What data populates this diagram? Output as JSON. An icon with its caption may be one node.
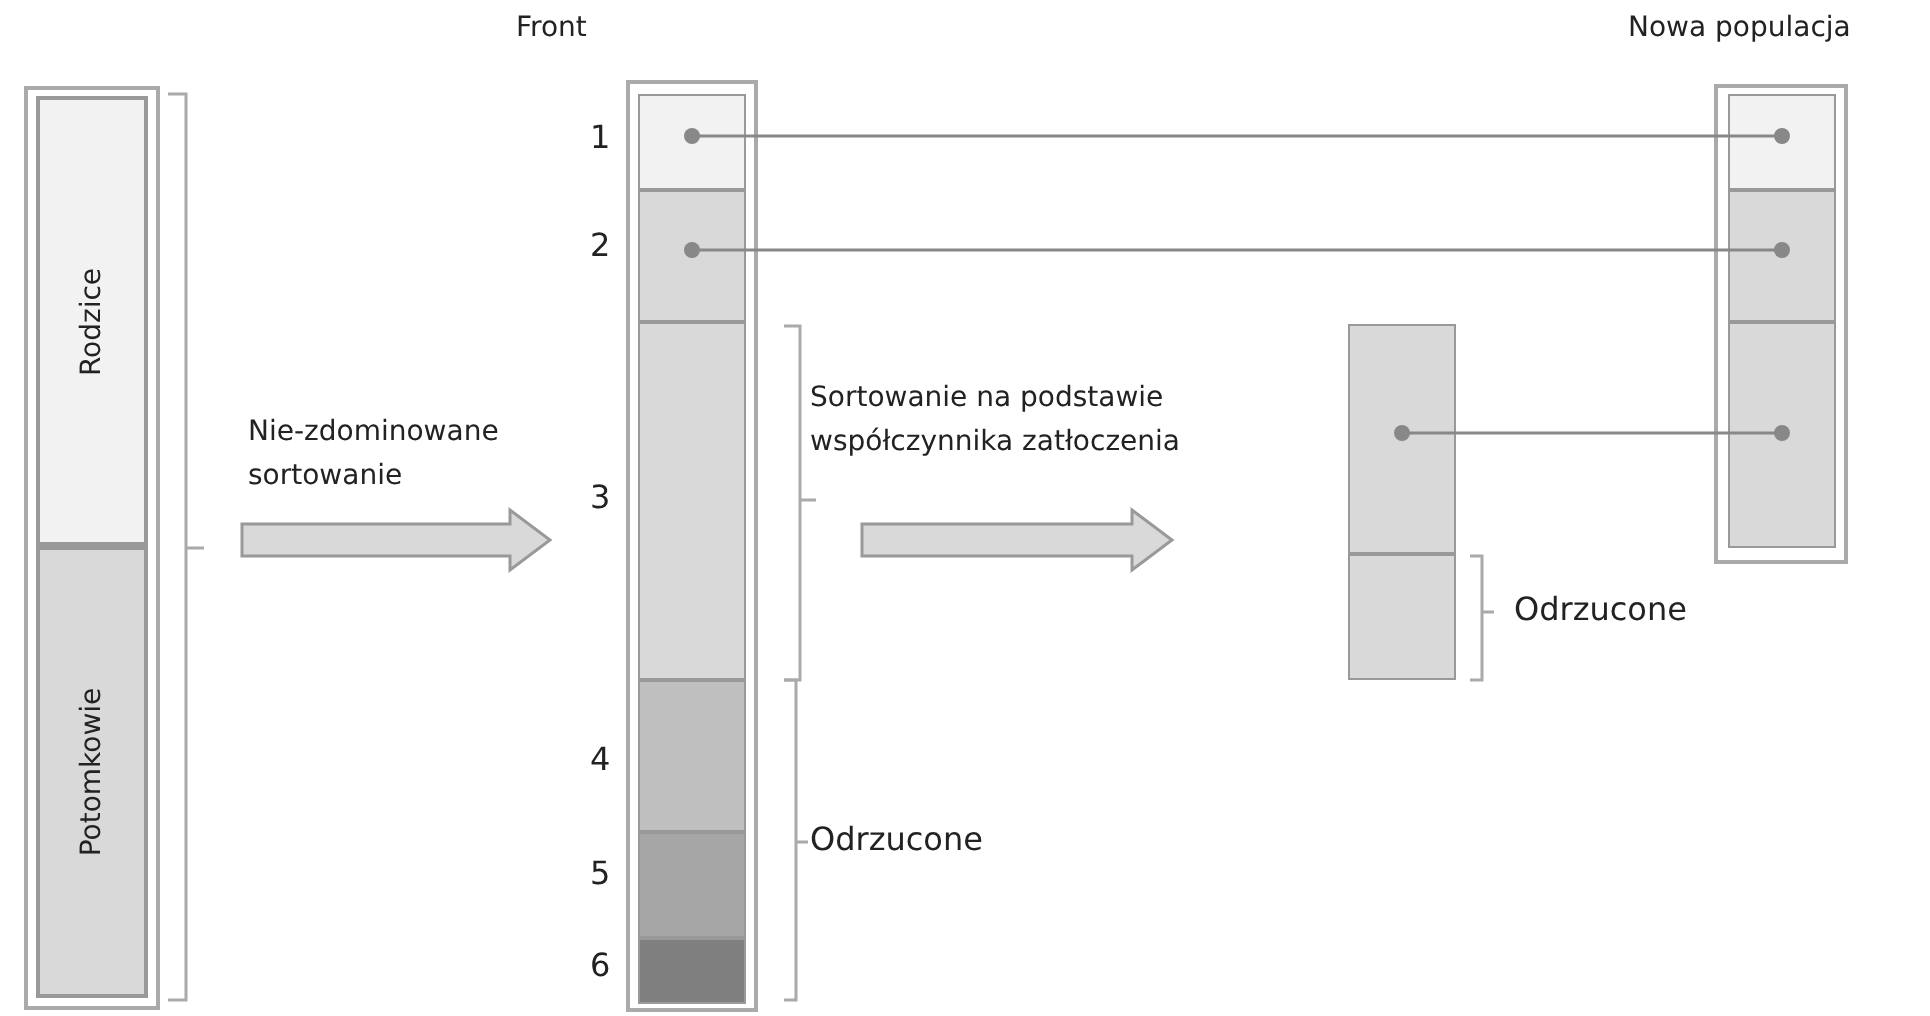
{
  "diagram": {
    "nodes": [
      {
        "text": [],
        "shape": "bar"
      },
      {
        "text": [
          "Rodzice"
        ],
        "in": 0
      },
      {
        "text": [
          "Potomkowie"
        ],
        "in": 0
      },
      {
        "text": [
          "Front"
        ]
      },
      {
        "text": [],
        "shape": "box",
        "in": 3,
        "beside": [
          "1"
        ]
      },
      {
        "text": [],
        "shape": "box",
        "in": 3,
        "beside": [
          "2"
        ]
      },
      {
        "text": [],
        "shape": "box",
        "in": 3,
        "beside": [
          "3"
        ]
      },
      {
        "text": [],
        "shape": "box",
        "in": 3,
        "beside": [
          "4"
        ]
      },
      {
        "text": [],
        "shape": "box",
        "in": 3,
        "beside": [
          "5"
        ]
      },
      {
        "text": [],
        "shape": "box",
        "in": 3,
        "beside": [
          "6"
        ]
      },
      {
        "text": [],
        "shape": "box"
      },
      {
        "text": [],
        "shape": "box"
      },
      {
        "text": [
          "Nowa populacja"
        ]
      },
      {
        "text": [],
        "shape": "box",
        "in": 12
      },
      {
        "text": [],
        "shape": "box",
        "in": 12
      },
      {
        "text": [],
        "shape": "box",
        "in": 12
      }
    ],
    "edges": [
      {
        "from": 0,
        "to": 3,
        "arrow": "to",
        "label": "Nie-zdominowane sortowanie",
        "style": "thick"
      },
      {
        "from": 6,
        "to": 10,
        "arrow": "to",
        "label": "Sortowanie na podstawie współczynnika zatłoczenia",
        "style": "thick"
      },
      {
        "from": 4,
        "to": 13,
        "arrow": "other"
      },
      {
        "from": 5,
        "to": 14,
        "arrow": "other"
      },
      {
        "from": 10,
        "to": 15,
        "arrow": "other"
      }
    ],
    "labels": [
      "Odrzucone",
      "Odrzucone"
    ]
  }
}
